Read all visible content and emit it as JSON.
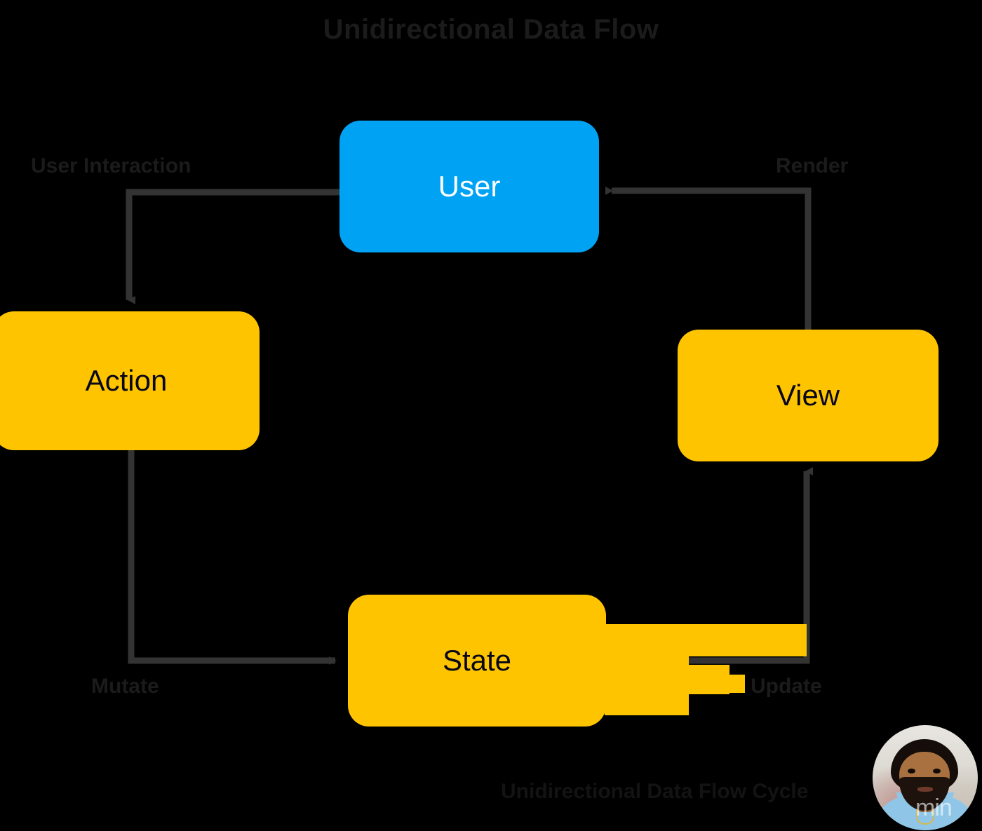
{
  "diagram": {
    "title": "Unidirectional Data Flow",
    "caption": "Unidirectional Data Flow Cycle",
    "watermark": "min",
    "colors": {
      "background": "#000000",
      "user_node": "#00A2F3",
      "user_node_text": "#FFFFFF",
      "state_node": "#FFC400",
      "state_node_text": "#070718",
      "edge": "#333333",
      "title_text": "#1B1B1B",
      "label_text": "#1B1B1B"
    },
    "nodes": [
      {
        "id": "user",
        "label": "User",
        "shape": "rounded-rect",
        "fill": "#00A2F3"
      },
      {
        "id": "action",
        "label": "Action",
        "shape": "rounded-rect",
        "fill": "#FFC400"
      },
      {
        "id": "view",
        "label": "View",
        "shape": "rounded-rect",
        "fill": "#FFC400"
      },
      {
        "id": "state",
        "label": "State",
        "shape": "rounded-rect",
        "fill": "#FFC400"
      }
    ],
    "edges": [
      {
        "id": "user-action",
        "from": "user",
        "to": "action",
        "label": "User Interaction"
      },
      {
        "id": "action-state",
        "from": "action",
        "to": "state",
        "label": "Mutate"
      },
      {
        "id": "state-view",
        "from": "state",
        "to": "view",
        "label": "Update"
      },
      {
        "id": "view-user",
        "from": "view",
        "to": "user",
        "label": "Render"
      }
    ]
  }
}
